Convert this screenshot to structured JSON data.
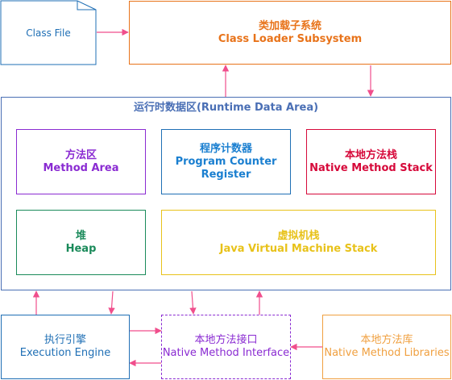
{
  "class_file": {
    "label": "Class File"
  },
  "class_loader": {
    "zh": "类加载子系统",
    "en": "Class Loader Subsystem"
  },
  "runtime": {
    "title": "运行时数据区(Runtime Data Area)"
  },
  "method_area": {
    "zh": "方法区",
    "en": "Method Area"
  },
  "program_counter": {
    "zh": "程序计数器",
    "en_line1": "Program Counter",
    "en_line2": "Register"
  },
  "native_stack": {
    "zh": "本地方法栈",
    "en": "Native Method Stack"
  },
  "heap": {
    "zh": "堆",
    "en": "Heap"
  },
  "jvm_stack": {
    "zh": "虚拟机栈",
    "en": "Java Virtual Machine Stack"
  },
  "execution_engine": {
    "zh": "执行引擎",
    "en": "Execution Engine"
  },
  "native_interface": {
    "zh": "本地方法接口",
    "en": "Native Method Interface"
  },
  "native_libraries": {
    "zh": "本地方法库",
    "en": "Native Method Libraries"
  },
  "colors": {
    "blue": "#1f6fb5",
    "orange": "#e8731a",
    "purple": "#8a2bd2",
    "red": "#d6093a",
    "green": "#1a8a5a",
    "yellow": "#e8c21a",
    "light_orange": "#f0a040",
    "arrow": "#f04e8c"
  }
}
